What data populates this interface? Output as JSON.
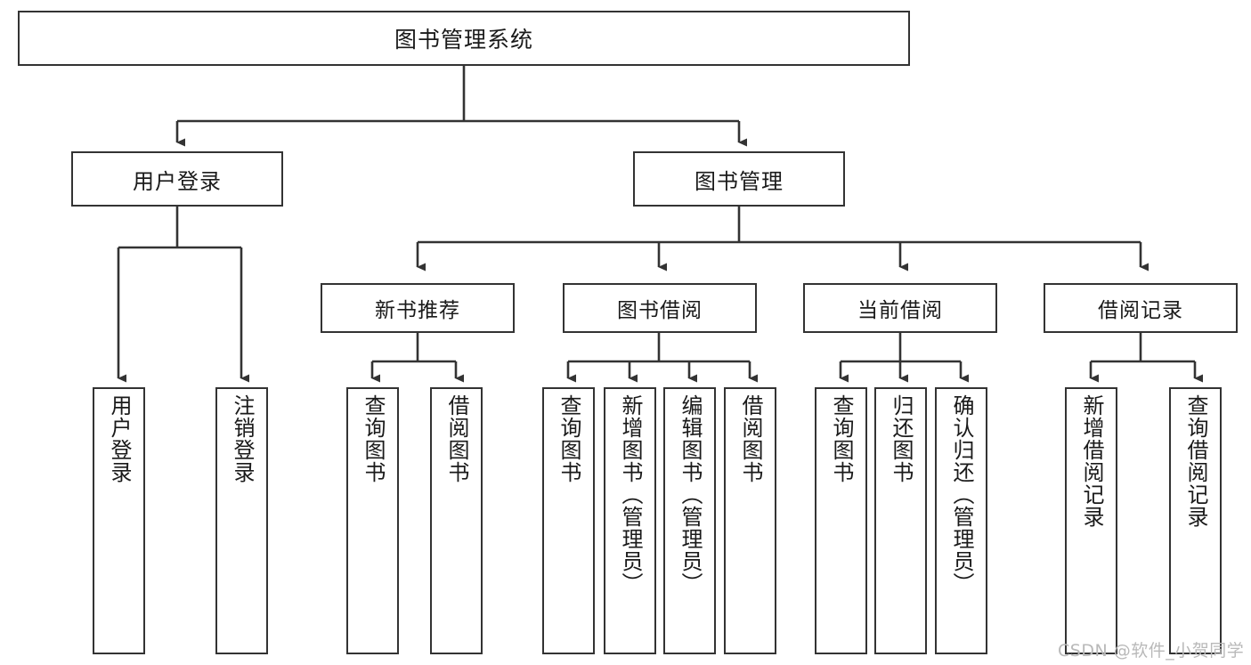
{
  "diagram": {
    "title": "图书管理系统",
    "type": "tree-hierarchy-diagram",
    "watermark": "CSDN @软件_小贺同学",
    "colors": {
      "box_border": "#333333",
      "box_fill": "#ffffff",
      "edge": "#333333",
      "text": "#1a1a1a",
      "watermark": "#b9b9b9",
      "background": "#ffffff"
    },
    "root": {
      "label": "图书管理系统"
    },
    "level2": [
      {
        "label": "用户登录"
      },
      {
        "label": "图书管理"
      }
    ],
    "level3": [
      {
        "label": "新书推荐"
      },
      {
        "label": "图书借阅"
      },
      {
        "label": "当前借阅"
      },
      {
        "label": "借阅记录"
      }
    ],
    "leaves": {
      "user_login": [
        {
          "label": "用户登录"
        },
        {
          "label": "注销登录"
        }
      ],
      "new_book_recommend": [
        {
          "label": "查询图书"
        },
        {
          "label": "借阅图书"
        }
      ],
      "book_borrow": [
        {
          "label": "查询图书"
        },
        {
          "label": "新增图书（管理员）"
        },
        {
          "label": "编辑图书（管理员）"
        },
        {
          "label": "借阅图书"
        }
      ],
      "current_borrow": [
        {
          "label": "查询图书"
        },
        {
          "label": "归还图书"
        },
        {
          "label": "确认归还（管理员）"
        }
      ],
      "borrow_records": [
        {
          "label": "新增借阅记录"
        },
        {
          "label": "查询借阅记录"
        }
      ]
    }
  }
}
